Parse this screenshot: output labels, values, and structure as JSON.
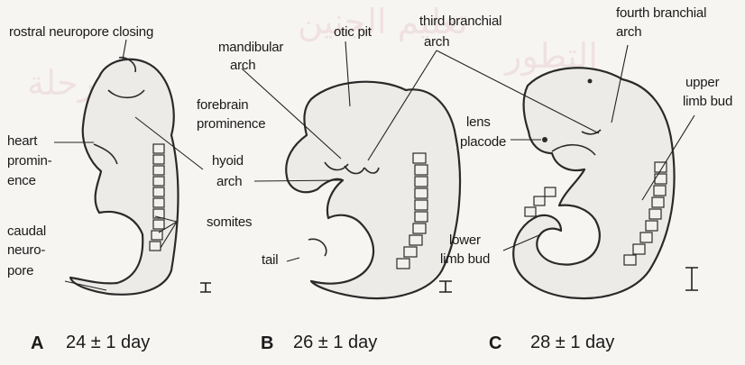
{
  "labels": {
    "rostral_neuropore_closing": "rostral neuropore closing",
    "heart_prominence_1": "heart",
    "heart_prominence_2": "promin-",
    "heart_prominence_3": "ence",
    "caudal_neuropore_1": "caudal",
    "caudal_neuropore_2": "neuro-",
    "caudal_neuropore_3": "pore",
    "somites": "somites",
    "mandibular_arch_1": "mandibular",
    "mandibular_arch_2": "arch",
    "otic_pit": "otic pit",
    "forebrain_prominence_1": "forebrain",
    "forebrain_prominence_2": "prominence",
    "hyoid_arch_1": "hyoid",
    "hyoid_arch_2": "arch",
    "tail": "tail",
    "third_branchial_arch_1": "third branchial",
    "third_branchial_arch_2": "arch",
    "fourth_branchial_arch_1": "fourth branchial",
    "fourth_branchial_arch_2": "arch",
    "upper_limb_bud_1": "upper",
    "upper_limb_bud_2": "limb bud",
    "lens_placode_1": "lens",
    "lens_placode_2": "placode",
    "lower_limb_bud_1": "lower",
    "lower_limb_bud_2": "limb bud"
  },
  "panels": [
    {
      "letter": "A",
      "age": "24 ± 1 day"
    },
    {
      "letter": "B",
      "age": "26 ± 1 day"
    },
    {
      "letter": "C",
      "age": "28 ± 1 day"
    }
  ],
  "colors": {
    "ink": "#1a1a1a",
    "background": "#f7f5f2",
    "watermark": "#e9d2d6"
  }
}
